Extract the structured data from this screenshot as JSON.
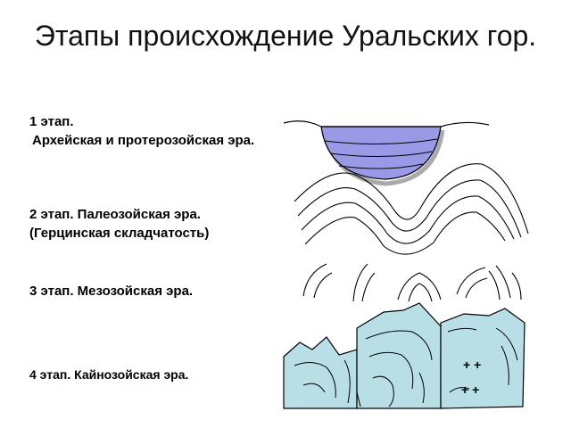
{
  "title": "Этапы происхождение Уральских гор.",
  "stages": [
    {
      "lines": [
        "1 этап.",
        "Архейская и протерозойская эра."
      ]
    },
    {
      "lines": [
        "2 этап. Палеозойская эра.",
        "(Герцинская складчатость)"
      ]
    },
    {
      "lines": [
        "3 этап. Мезозойская эра."
      ]
    },
    {
      "lines": [
        "4 этап. Кайнозойская эра."
      ]
    }
  ],
  "granite_marks": [
    "+ +",
    "+ +"
  ],
  "colors": {
    "basin_fill": "#9999e8",
    "mountain_fill": "#b8dfe6",
    "line": "#000000"
  }
}
